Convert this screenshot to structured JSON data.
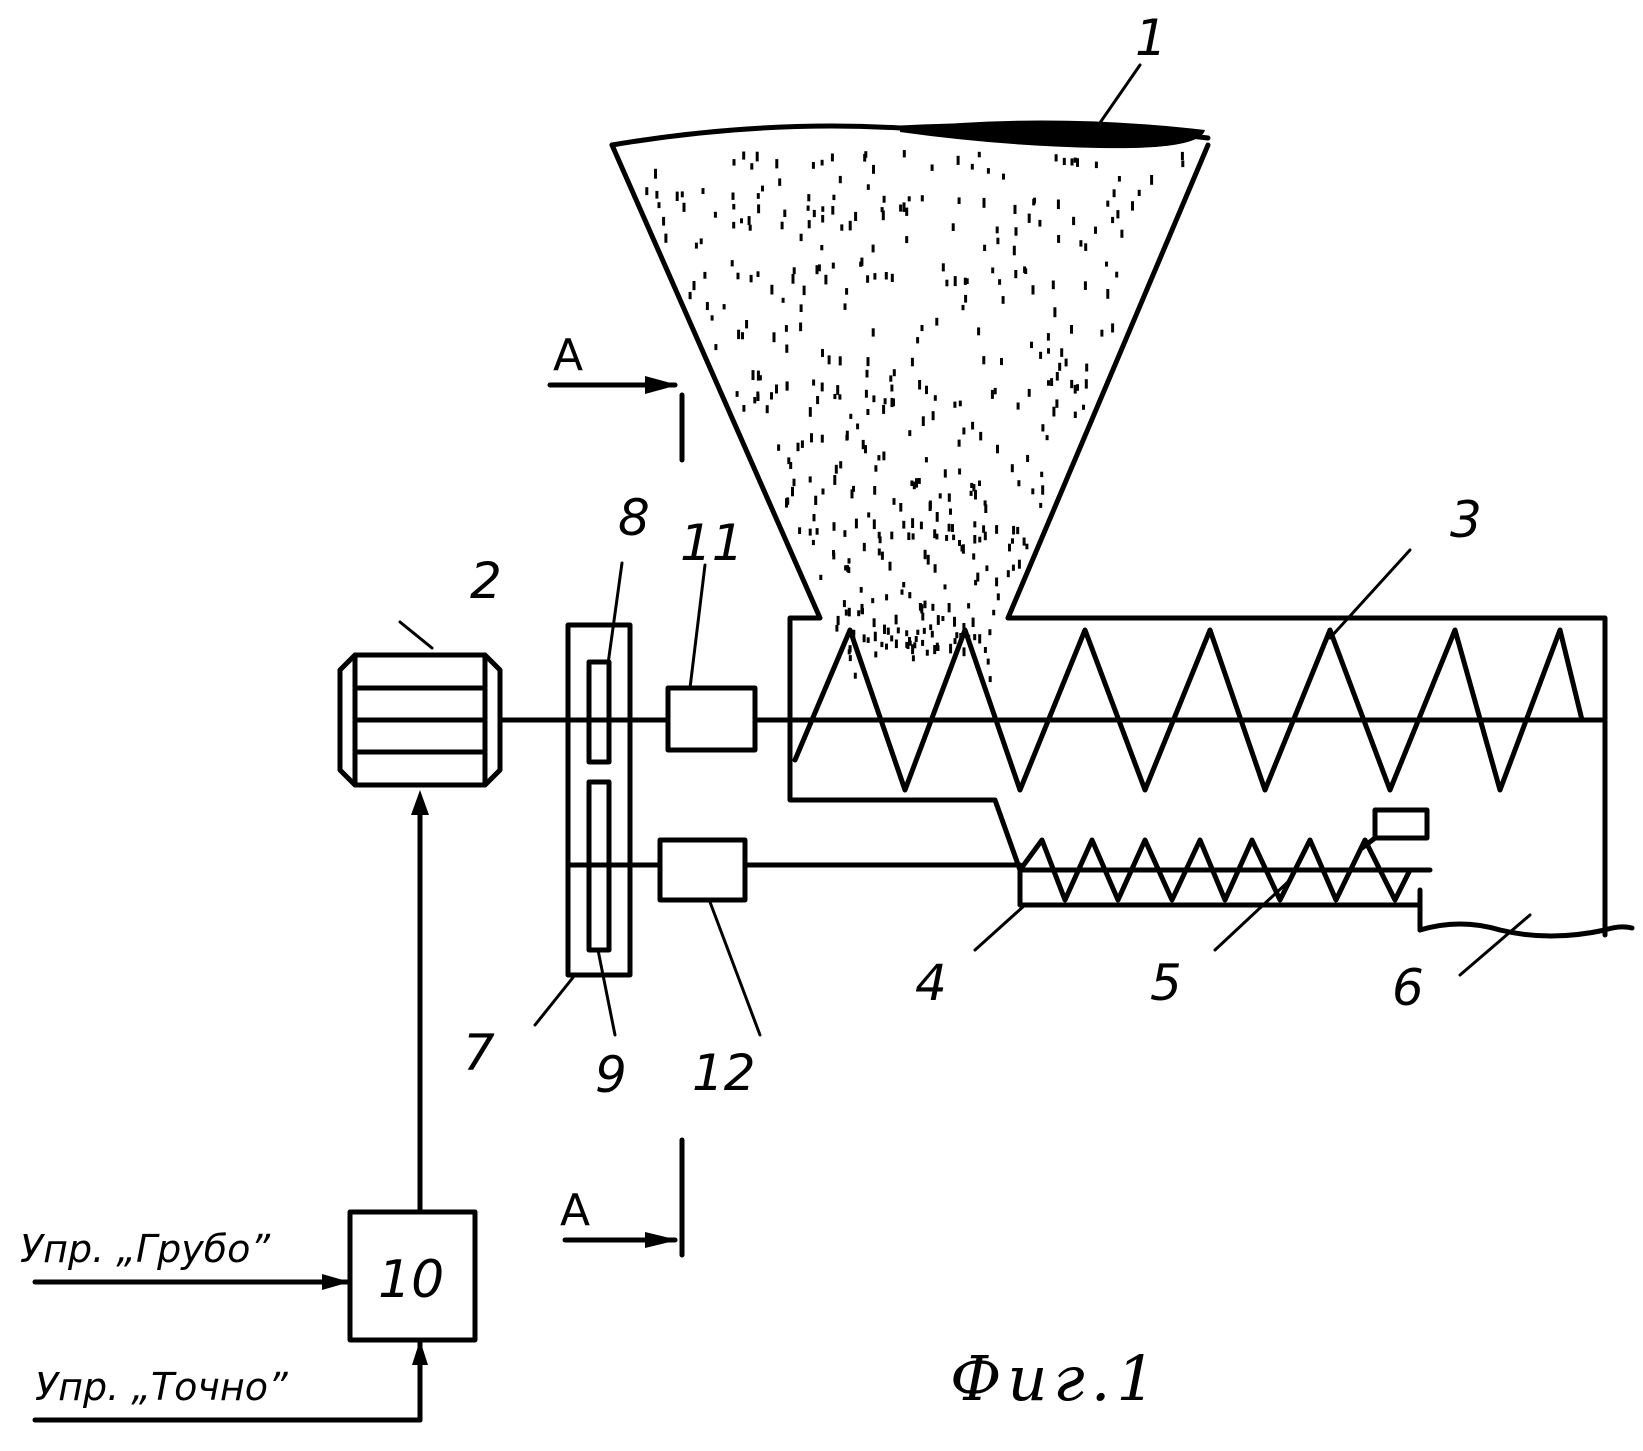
{
  "labels": {
    "hopper": "1",
    "motor": "2",
    "main_screw": "3",
    "lower_channel": "4",
    "fine_screw": "5",
    "outlet": "6",
    "gearbox": "7",
    "gear_upper": "8",
    "gear_lower": "9",
    "controller": "10",
    "clutch_upper": "11",
    "clutch_lower": "12"
  },
  "section_mark": "A",
  "signals": {
    "coarse": "Упр. „Грубо”",
    "fine": "Упр. „Точно”"
  },
  "figure_caption": "Фиг.1"
}
